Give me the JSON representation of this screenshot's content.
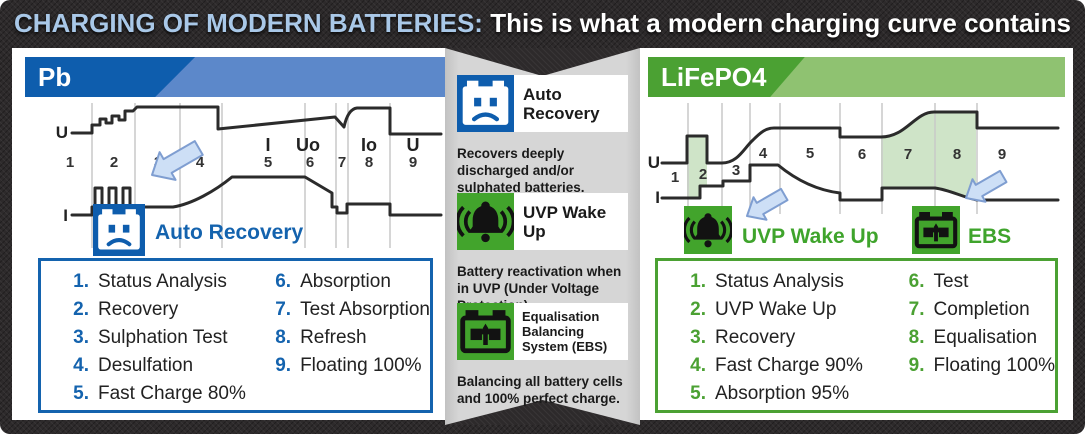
{
  "title": {
    "highlight": "CHARGING OF MODERN BATTERIES:",
    "rest": "This is what a modern charging curve contains"
  },
  "pb_panel": {
    "header": "Pb",
    "chart": {
      "u_axis_label": "U",
      "i_axis_label": "I",
      "phases": [
        "1",
        "2",
        "3",
        "4",
        "5",
        "6",
        "7",
        "8",
        "9"
      ],
      "segment_labels": [
        "I",
        "Uo",
        "Io",
        "U"
      ],
      "annotation": "Auto Recovery"
    },
    "legend": [
      {
        "num": "1.",
        "label": "Status Analysis"
      },
      {
        "num": "2.",
        "label": "Recovery"
      },
      {
        "num": "3.",
        "label": "Sulphation Test"
      },
      {
        "num": "4.",
        "label": "Desulfation"
      },
      {
        "num": "5.",
        "label": "Fast Charge 80%"
      },
      {
        "num": "6.",
        "label": "Absorption"
      },
      {
        "num": "7.",
        "label": "Test Absorption"
      },
      {
        "num": "8.",
        "label": "Refresh"
      },
      {
        "num": "9.",
        "label": "Floating 100%"
      }
    ]
  },
  "middle_panel": {
    "items": [
      {
        "title": "Auto Recovery",
        "description": "Recovers deeply discharged and/or sulphated batteries."
      },
      {
        "title": "UVP Wake Up",
        "description": "Battery reactivation when in UVP (Under Voltage Protection)."
      },
      {
        "title": "Equalisation Balancing System (EBS)",
        "description": "Balancing all battery cells and 100% perfect charge."
      }
    ]
  },
  "lifepo4_panel": {
    "header": "LiFePO4",
    "chart": {
      "u_axis_label": "U",
      "i_axis_label": "I",
      "phases": [
        "1",
        "2",
        "3",
        "4",
        "5",
        "6",
        "7",
        "8",
        "9"
      ],
      "annotations": [
        "UVP Wake Up",
        "EBS"
      ]
    },
    "legend": [
      {
        "num": "1.",
        "label": "Status Analysis"
      },
      {
        "num": "2.",
        "label": "UVP Wake Up"
      },
      {
        "num": "3.",
        "label": "Recovery"
      },
      {
        "num": "4.",
        "label": "Fast Charge 90%"
      },
      {
        "num": "5.",
        "label": "Absorption 95%"
      },
      {
        "num": "6.",
        "label": "Test"
      },
      {
        "num": "7.",
        "label": "Completion"
      },
      {
        "num": "8.",
        "label": "Equalisation"
      },
      {
        "num": "9.",
        "label": "Floating 100%"
      }
    ]
  },
  "colors": {
    "pb_header_dark": "#0e5dad",
    "pb_header_light": "#5c88ca",
    "li_header_dark": "#4ba133",
    "li_header_light": "#8fc271",
    "accent_blue": "#1463ae",
    "accent_green": "#3fa42c",
    "chart_highlight_green": "#cfe4c8",
    "arrow_fill": "#cddff6"
  }
}
